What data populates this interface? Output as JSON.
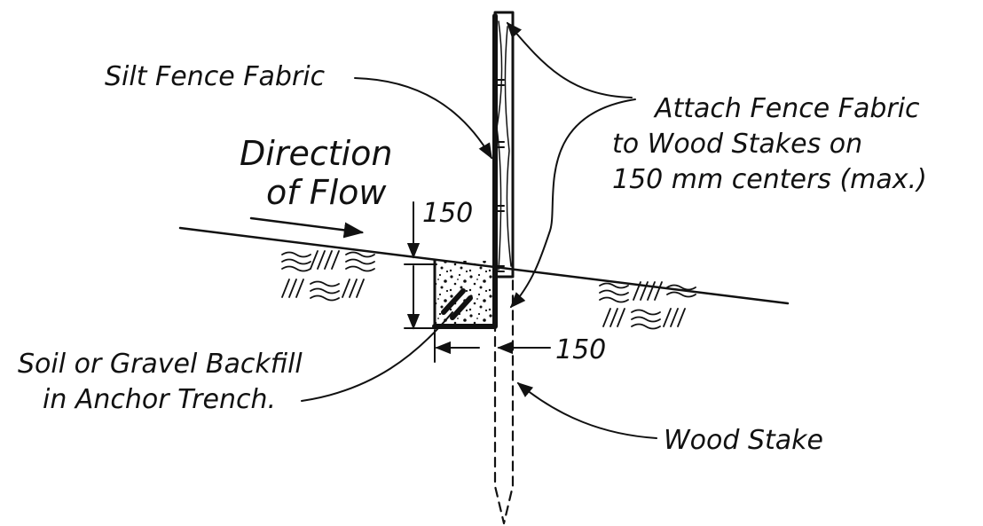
{
  "labels": {
    "silt_fence_fabric": "Silt Fence Fabric",
    "direction_line1": "Direction",
    "direction_line2": "of Flow",
    "attach_line1": "Attach Fence Fabric",
    "attach_line2": "to Wood Stakes on",
    "attach_line3": "150 mm centers (max.)",
    "depth_dim": "150",
    "width_dim": "150",
    "backfill_line1": "Soil or Gravel Backfill",
    "backfill_line2": "in Anchor Trench.",
    "wood_stake": "Wood Stake"
  },
  "colors": {
    "ink": "#111111",
    "paper": "#ffffff"
  }
}
